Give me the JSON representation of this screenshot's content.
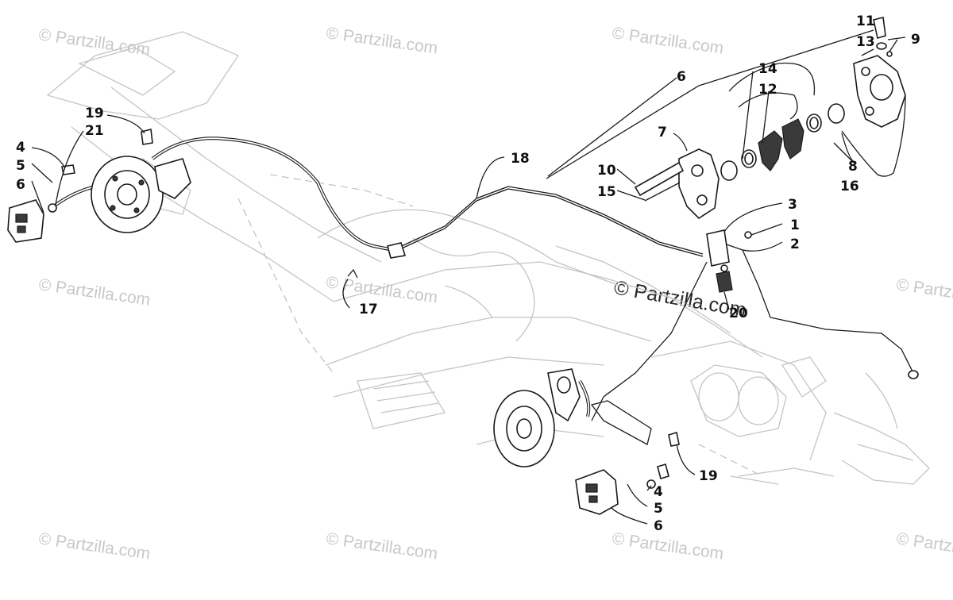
{
  "watermark": {
    "text": "© Partzilla.com",
    "main_text": "© Partzilla.com"
  },
  "callouts": {
    "c1": "1",
    "c2": "2",
    "c3": "3",
    "c4_left": "4",
    "c4_bottom": "4",
    "c5_left": "5",
    "c5_bottom": "5",
    "c6_left": "6",
    "c6_bottom": "6",
    "c6_top": "6",
    "c7": "7",
    "c8": "8",
    "c9": "9",
    "c10": "10",
    "c11": "11",
    "c12": "12",
    "c13": "13",
    "c14": "14",
    "c15": "15",
    "c16": "16",
    "c17": "17",
    "c18": "18",
    "c19_top": "19",
    "c19_bottom": "19",
    "c20": "20",
    "c21": "21"
  },
  "colors": {
    "line": "#1a1a1a",
    "ghost": "#c4c4c4",
    "watermark": "#c8c8c8"
  },
  "icons": [
    "brake-caliper-icon",
    "brake-disc-icon",
    "brake-hose-icon",
    "brake-switch-icon"
  ]
}
